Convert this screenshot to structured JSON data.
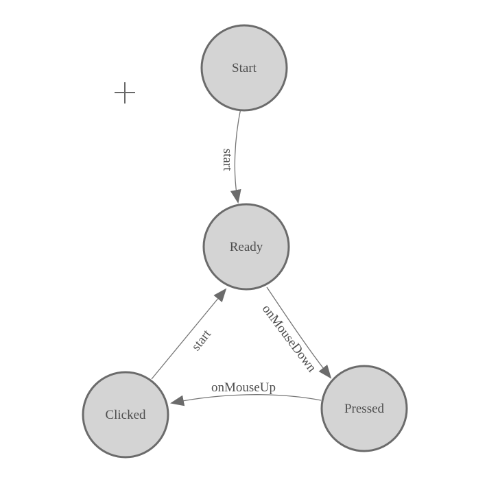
{
  "canvas": {
    "background": "#ffffff",
    "plus_cursor_icon": "crosshair-plus"
  },
  "diagram": {
    "type": "state-machine",
    "colors": {
      "node_fill": "#d4d4d4",
      "node_stroke": "#6b6b6b",
      "edge_stroke": "#757575",
      "arrow_fill": "#6b6b6b",
      "label_text": "#4e4e4e"
    },
    "nodes": [
      {
        "id": "start",
        "label": "Start"
      },
      {
        "id": "ready",
        "label": "Ready"
      },
      {
        "id": "clicked",
        "label": "Clicked"
      },
      {
        "id": "pressed",
        "label": "Pressed"
      }
    ],
    "edges": [
      {
        "from": "Start",
        "to": "Ready",
        "label": "start"
      },
      {
        "from": "Ready",
        "to": "Pressed",
        "label": "onMouseDown"
      },
      {
        "from": "Pressed",
        "to": "Clicked",
        "label": "onMouseUp"
      },
      {
        "from": "Clicked",
        "to": "Ready",
        "label": "start"
      }
    ]
  }
}
